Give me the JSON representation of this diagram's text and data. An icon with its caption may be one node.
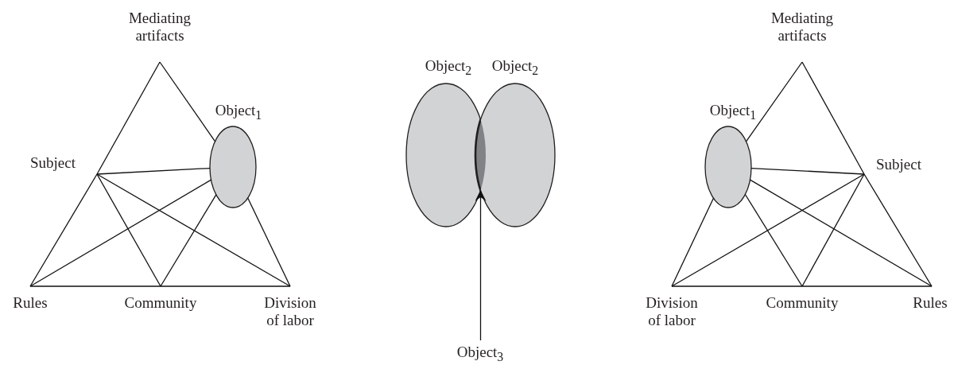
{
  "diagram": {
    "nodes": [
      {
        "text": [
          "Mediating artifacts"
        ]
      },
      {
        "text": [
          "Subject"
        ]
      },
      {
        "text": [
          "Object$_{1}$"
        ]
      },
      {
        "text": [
          "Rules"
        ]
      },
      {
        "text": [
          "Community"
        ]
      },
      {
        "text": [
          "Division of labor"
        ]
      },
      {
        "text": [
          "Object$_{2}$"
        ]
      },
      {
        "text": [
          "Object$_{2}$"
        ]
      },
      {
        "text": [
          "Object$_{3}$"
        ]
      },
      {
        "text": [
          "Mediating artifacts"
        ]
      },
      {
        "text": [
          "Object$_{1}$"
        ]
      },
      {
        "text": [
          "Subject"
        ]
      },
      {
        "text": [
          "Division of labor"
        ]
      },
      {
        "text": [
          "Community"
        ]
      },
      {
        "text": [
          "Rules"
        ]
      },
      {
        "text": [],
        "shape": "lens"
      }
    ],
    "edges": [
      {
        "from": 0,
        "to": 1,
        "arrow": "none"
      },
      {
        "from": 1,
        "to": 3,
        "arrow": "none"
      },
      {
        "from": 3,
        "to": 4,
        "arrow": "none"
      },
      {
        "from": 4,
        "to": 5,
        "arrow": "none"
      },
      {
        "from": 0,
        "to": 2,
        "arrow": "none"
      },
      {
        "from": 2,
        "to": 5,
        "arrow": "none"
      },
      {
        "from": 1,
        "to": 2,
        "arrow": "none"
      },
      {
        "from": 1,
        "to": 4,
        "arrow": "none"
      },
      {
        "from": 1,
        "to": 5,
        "arrow": "none"
      },
      {
        "from": 3,
        "to": 2,
        "arrow": "none"
      },
      {
        "from": 4,
        "to": 2,
        "arrow": "none"
      },
      {
        "from": 8,
        "to": 15,
        "arrow": "to"
      },
      {
        "from": 9,
        "to": 11,
        "arrow": "none"
      },
      {
        "from": 11,
        "to": 14,
        "arrow": "none"
      },
      {
        "from": 14,
        "to": 13,
        "arrow": "none"
      },
      {
        "from": 13,
        "to": 12,
        "arrow": "none"
      },
      {
        "from": 9,
        "to": 10,
        "arrow": "none"
      },
      {
        "from": 10,
        "to": 12,
        "arrow": "none"
      },
      {
        "from": 11,
        "to": 10,
        "arrow": "none"
      },
      {
        "from": 11,
        "to": 13,
        "arrow": "none"
      },
      {
        "from": 11,
        "to": 12,
        "arrow": "none"
      },
      {
        "from": 14,
        "to": 10,
        "arrow": "none"
      },
      {
        "from": 13,
        "to": 10,
        "arrow": "none"
      }
    ]
  }
}
